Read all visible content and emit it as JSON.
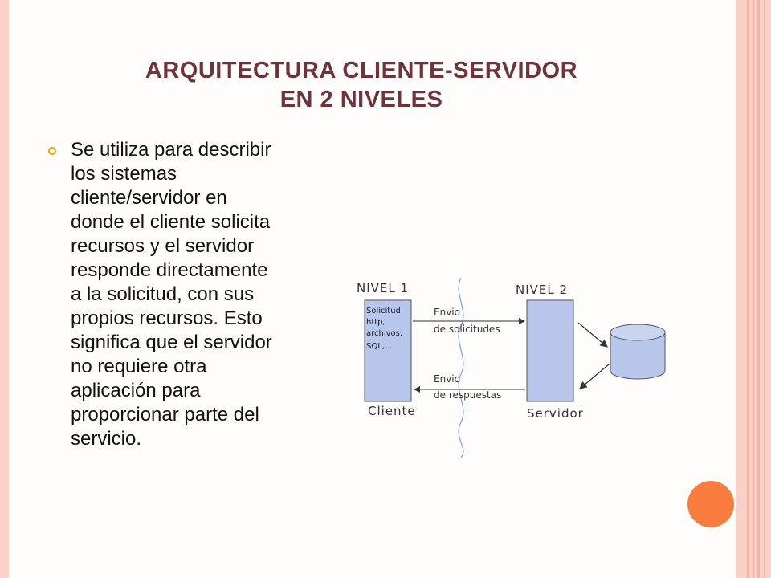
{
  "slide": {
    "title_line1": "ARQUITECTURA  CLIENTE-SERVIDOR",
    "title_line2": "EN 2 NIVELES",
    "bullet_text": "Se utiliza para describir\nlos sistemas\ncliente/servidor en\ndonde el cliente solicita\nrecursos y el servidor\nresponde directamente\na la solicitud, con sus\npropios recursos. Esto\nsignifica que el servidor\nno requiere otra\naplicación para\nproporcionar parte del\nservicio."
  },
  "diagram": {
    "level1_label": "NIVEL 1",
    "level2_label": "NIVEL 2",
    "client_box_lines": [
      "Solicitud",
      "http,",
      "archivos,",
      "SQL,..."
    ],
    "client_label": "Cliente",
    "server_label": "Servidor",
    "arrow_top_line1": "Envio",
    "arrow_top_line2": "de solicitudes",
    "arrow_bottom_line1": "Envio",
    "arrow_bottom_line2": "de respuestas"
  },
  "colors": {
    "title": "#70333b",
    "accent_orange": "#f87d3f",
    "bullet": "#f5a000",
    "border_pink": "#fbd0c6",
    "box_fill": "#b8c6ec"
  }
}
